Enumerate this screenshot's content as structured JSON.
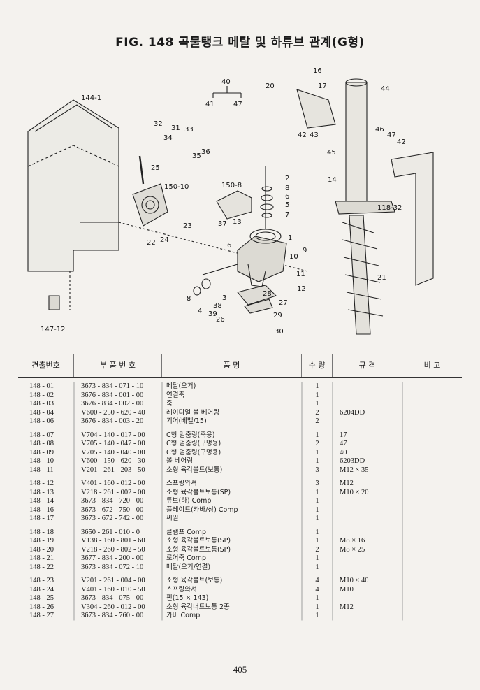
{
  "title": "FIG. 148 곡물탱크 메탈 및 하튜브 관계(G형)",
  "callouts": [
    "144-1",
    "32",
    "31",
    "33",
    "34",
    "35",
    "36",
    "25",
    "150-10",
    "150-8",
    "23",
    "37",
    "13",
    "22",
    "24",
    "6",
    "3",
    "8",
    "4",
    "38",
    "39",
    "26",
    "30",
    "28",
    "27",
    "29",
    "12",
    "11",
    "10",
    "9",
    "1",
    "7",
    "5",
    "2",
    "40",
    "41",
    "47",
    "20",
    "16",
    "17",
    "44",
    "42",
    "43",
    "45",
    "46",
    "14",
    "118-32",
    "21",
    "147-12"
  ],
  "headers": {
    "no": "견출번호",
    "part_no": "부 품 번 호",
    "name": "품 명",
    "qty": "수 량",
    "spec": "규 격",
    "remark": "비 고"
  },
  "groups": [
    [
      {
        "no": "148 - 01",
        "part": "3673 - 834 - 071 - 10",
        "name": "메탈(오거)",
        "qty": "1",
        "spec": ""
      },
      {
        "no": "148 - 02",
        "part": "3676 - 834 - 001 - 00",
        "name": "연결축",
        "qty": "1",
        "spec": ""
      },
      {
        "no": "148 - 03",
        "part": "3676 - 834 - 002 - 00",
        "name": "축",
        "qty": "1",
        "spec": ""
      },
      {
        "no": "148 - 04",
        "part": "V600 - 250 - 620 - 40",
        "name": "레이디얼 볼 베어링",
        "qty": "2",
        "spec": "6204DD"
      },
      {
        "no": "148 - 06",
        "part": "3676 - 834 - 003 - 20",
        "name": "기어(베벨/15)",
        "qty": "2",
        "spec": ""
      }
    ],
    [
      {
        "no": "148 - 07",
        "part": "V704 - 140 - 017 - 00",
        "name": "C형 멈춤링(축용)",
        "qty": "1",
        "spec": "17"
      },
      {
        "no": "148 - 08",
        "part": "V705 - 140 - 047 - 00",
        "name": "C형 멈춤링(구멍용)",
        "qty": "2",
        "spec": "47"
      },
      {
        "no": "148 - 09",
        "part": "V705 - 140 - 040 - 00",
        "name": "C형 멈춤링(구멍용)",
        "qty": "1",
        "spec": "40"
      },
      {
        "no": "148 - 10",
        "part": "V600 - 150 - 620 - 30",
        "name": "볼 베어링",
        "qty": "1",
        "spec": "6203DD"
      },
      {
        "no": "148 - 11",
        "part": "V201 - 261 - 203 - 50",
        "name": "소형 육각볼트(보통)",
        "qty": "3",
        "spec": "M12 × 35"
      }
    ],
    [
      {
        "no": "148 - 12",
        "part": "V401 - 160 - 012 - 00",
        "name": "스프링와셔",
        "qty": "3",
        "spec": "M12"
      },
      {
        "no": "148 - 13",
        "part": "V218 - 261 - 002 - 00",
        "name": "소형 육각볼트보통(SP)",
        "qty": "1",
        "spec": "M10 × 20"
      },
      {
        "no": "148 - 14",
        "part": "3673 - 834 - 720 - 00",
        "name": "튜브(하) Comp",
        "qty": "1",
        "spec": ""
      },
      {
        "no": "148 - 16",
        "part": "3673 - 672 - 750 - 00",
        "name": "플레이트(카바/상) Comp",
        "qty": "1",
        "spec": ""
      },
      {
        "no": "148 - 17",
        "part": "3673 - 672 - 742 - 00",
        "name": "씨일",
        "qty": "1",
        "spec": ""
      }
    ],
    [
      {
        "no": "148 - 18",
        "part": "3650 - 261 - 010 - 0",
        "name": "클램프 Comp",
        "qty": "1",
        "spec": ""
      },
      {
        "no": "148 - 19",
        "part": "V138 - 160 - 801 - 60",
        "name": "소형 육각볼트보통(SP)",
        "qty": "1",
        "spec": "M8 × 16"
      },
      {
        "no": "148 - 20",
        "part": "V218 - 260 - 802 - 50",
        "name": "소형 육각볼트보통(SP)",
        "qty": "2",
        "spec": "M8 × 25"
      },
      {
        "no": "148 - 21",
        "part": "3677 - 834 - 200 - 00",
        "name": "로어축 Comp",
        "qty": "1",
        "spec": ""
      },
      {
        "no": "148 - 22",
        "part": "3673 - 834 - 072 - 10",
        "name": "메탈(오거/연결)",
        "qty": "1",
        "spec": ""
      }
    ],
    [
      {
        "no": "148 - 23",
        "part": "V201 - 261 - 004 - 00",
        "name": "소형 육각볼트(보통)",
        "qty": "4",
        "spec": "M10 × 40"
      },
      {
        "no": "148 - 24",
        "part": "V401 - 160 - 010 - 50",
        "name": "스프링와셔",
        "qty": "4",
        "spec": "M10"
      },
      {
        "no": "148 - 25",
        "part": "3673 - 834 - 075 - 00",
        "name": "핀(15 × 143)",
        "qty": "1",
        "spec": ""
      },
      {
        "no": "148 - 26",
        "part": "V304 - 260 - 012 - 00",
        "name": "소형 육각너트보통 2종",
        "qty": "1",
        "spec": "M12"
      },
      {
        "no": "148 - 27",
        "part": "3673 - 834 - 760 - 00",
        "name": "카바 Comp",
        "qty": "1",
        "spec": ""
      }
    ]
  ],
  "page_number": "405"
}
